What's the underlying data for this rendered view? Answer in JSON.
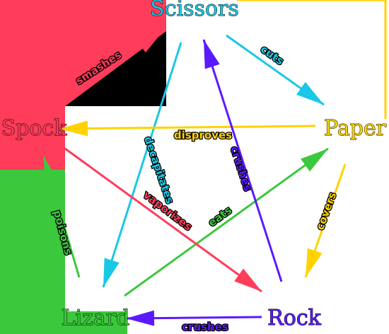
{
  "colors": {
    "scissors": "#19c8e6",
    "paper": "#ffd200",
    "rock": "#5a1aff",
    "lizard": "#3cc83c",
    "spock": "#ff3c5a"
  },
  "nodes": {
    "scissors": "Scissors",
    "paper": "Paper",
    "rock": "Rock",
    "lizard": "Lizard",
    "spock": "Spock"
  },
  "edges": {
    "scissors_cuts_paper": "cuts",
    "paper_covers_rock": "covers",
    "rock_crushes_lizard": "crushes",
    "lizard_poisons_spock": "poisons",
    "spock_smashes_scissors": "smashes",
    "scissors_decapitates_lizard": "decapitates",
    "lizard_eats_paper": "eats",
    "paper_disproves_spock": "disproves",
    "spock_vaporizes_rock": "vaporizes",
    "rock_crushes_scissors": "crushes"
  }
}
